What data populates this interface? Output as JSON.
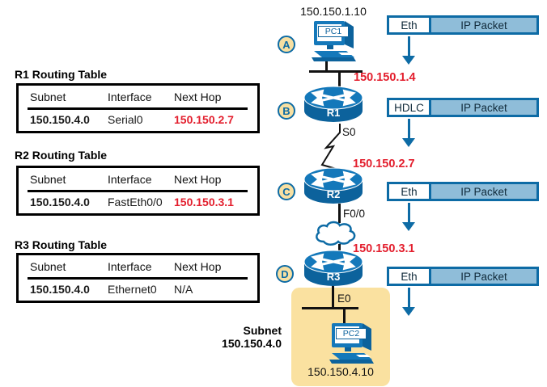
{
  "tables": [
    {
      "title": "R1 Routing Table",
      "headers": [
        "Subnet",
        "Interface",
        "Next Hop"
      ],
      "row": {
        "subnet": "150.150.4.0",
        "iface": "Serial0",
        "next_hop": "150.150.2.7"
      }
    },
    {
      "title": "R2 Routing Table",
      "headers": [
        "Subnet",
        "Interface",
        "Next Hop"
      ],
      "row": {
        "subnet": "150.150.4.0",
        "iface": "FastEth0/0",
        "next_hop": "150.150.3.1"
      }
    },
    {
      "title": "R3 Routing Table",
      "headers": [
        "Subnet",
        "Interface",
        "Next Hop"
      ],
      "row": {
        "subnet": "150.150.4.0",
        "iface": "Ethernet0",
        "next_hop": "N/A"
      }
    }
  ],
  "steps": {
    "a": "A",
    "b": "B",
    "c": "C",
    "d": "D"
  },
  "nodes": {
    "pc1": {
      "label": "PC1",
      "ip": "150.150.1.10"
    },
    "r1": {
      "label": "R1",
      "iface": "S0"
    },
    "r2": {
      "label": "R2",
      "iface": "F0/0"
    },
    "r3": {
      "label": "R3",
      "iface": "E0"
    },
    "pc2": {
      "label": "PC2",
      "ip": "150.150.4.10"
    },
    "subnet": {
      "line1": "Subnet",
      "line2": "150.150.4.0"
    }
  },
  "hop_ips": {
    "to_r1": "150.150.1.4",
    "to_r2": "150.150.2.7",
    "to_r3": "150.150.3.1"
  },
  "frames": [
    {
      "header": "Eth",
      "body": "IP Packet"
    },
    {
      "header": "HDLC",
      "body": "IP Packet"
    },
    {
      "header": "Eth",
      "body": "IP Packet"
    },
    {
      "header": "Eth",
      "body": "IP Packet"
    }
  ],
  "colors": {
    "blue": "#0d6ba5",
    "router_blue": "#1478ba",
    "light_blue": "#8fbdd9",
    "red": "#e31e2d",
    "tan": "#fae1a0"
  }
}
